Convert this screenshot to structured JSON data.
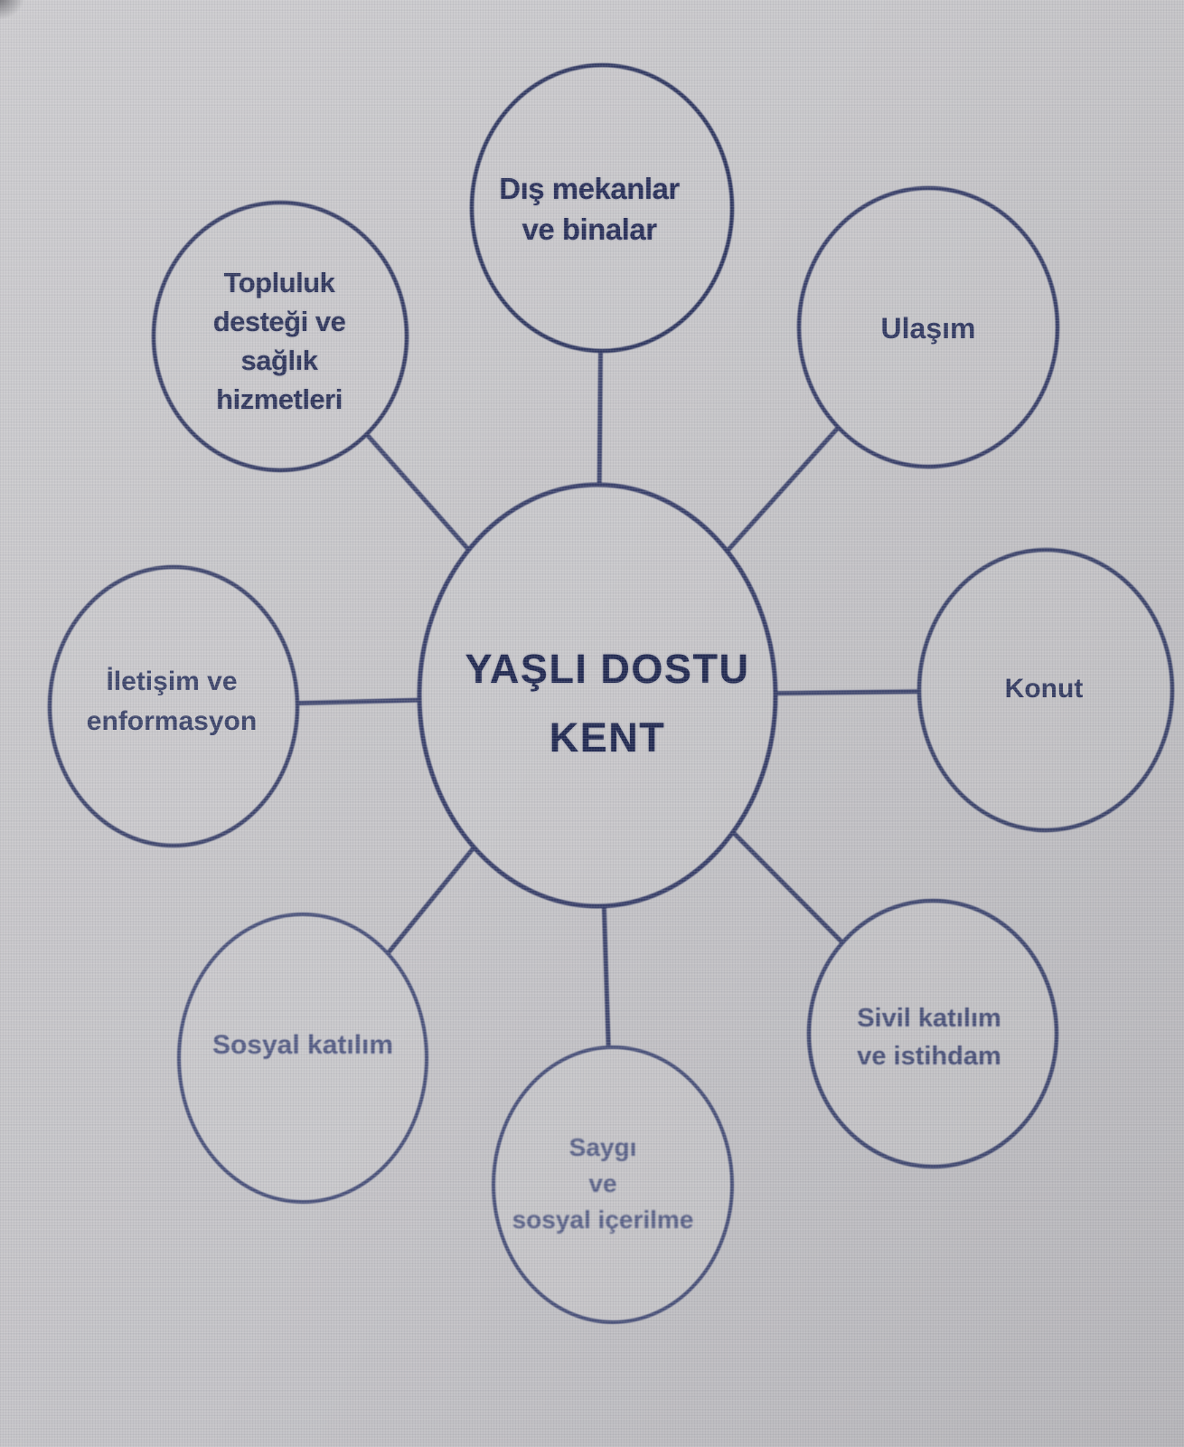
{
  "diagram": {
    "hub": {
      "label": "YAŞLI DOSTU\nKENT"
    },
    "nodes": [
      {
        "name": "outdoor-spaces-and-buildings",
        "label": "Dış mekanlar\nve binalar"
      },
      {
        "name": "community-support-and-health-services",
        "label": "Topluluk\ndesteği ve\nsağlık\nhizmetleri"
      },
      {
        "name": "transportation",
        "label": "Ulaşım"
      },
      {
        "name": "communication-and-information",
        "label": "İletişim ve\nenformasyon"
      },
      {
        "name": "housing",
        "label": "Konut"
      },
      {
        "name": "social-participation",
        "label": "Sosyal katılım"
      },
      {
        "name": "respect-and-social-inclusion",
        "label": "Saygı\nve\nsosyal içerilme"
      },
      {
        "name": "civic-participation-and-employment",
        "label": "Sivil katılım\nve istihdam"
      }
    ],
    "colors": {
      "ink": "#3a4067",
      "hub_text": "#222a52",
      "background": "#c7c6c9"
    }
  }
}
